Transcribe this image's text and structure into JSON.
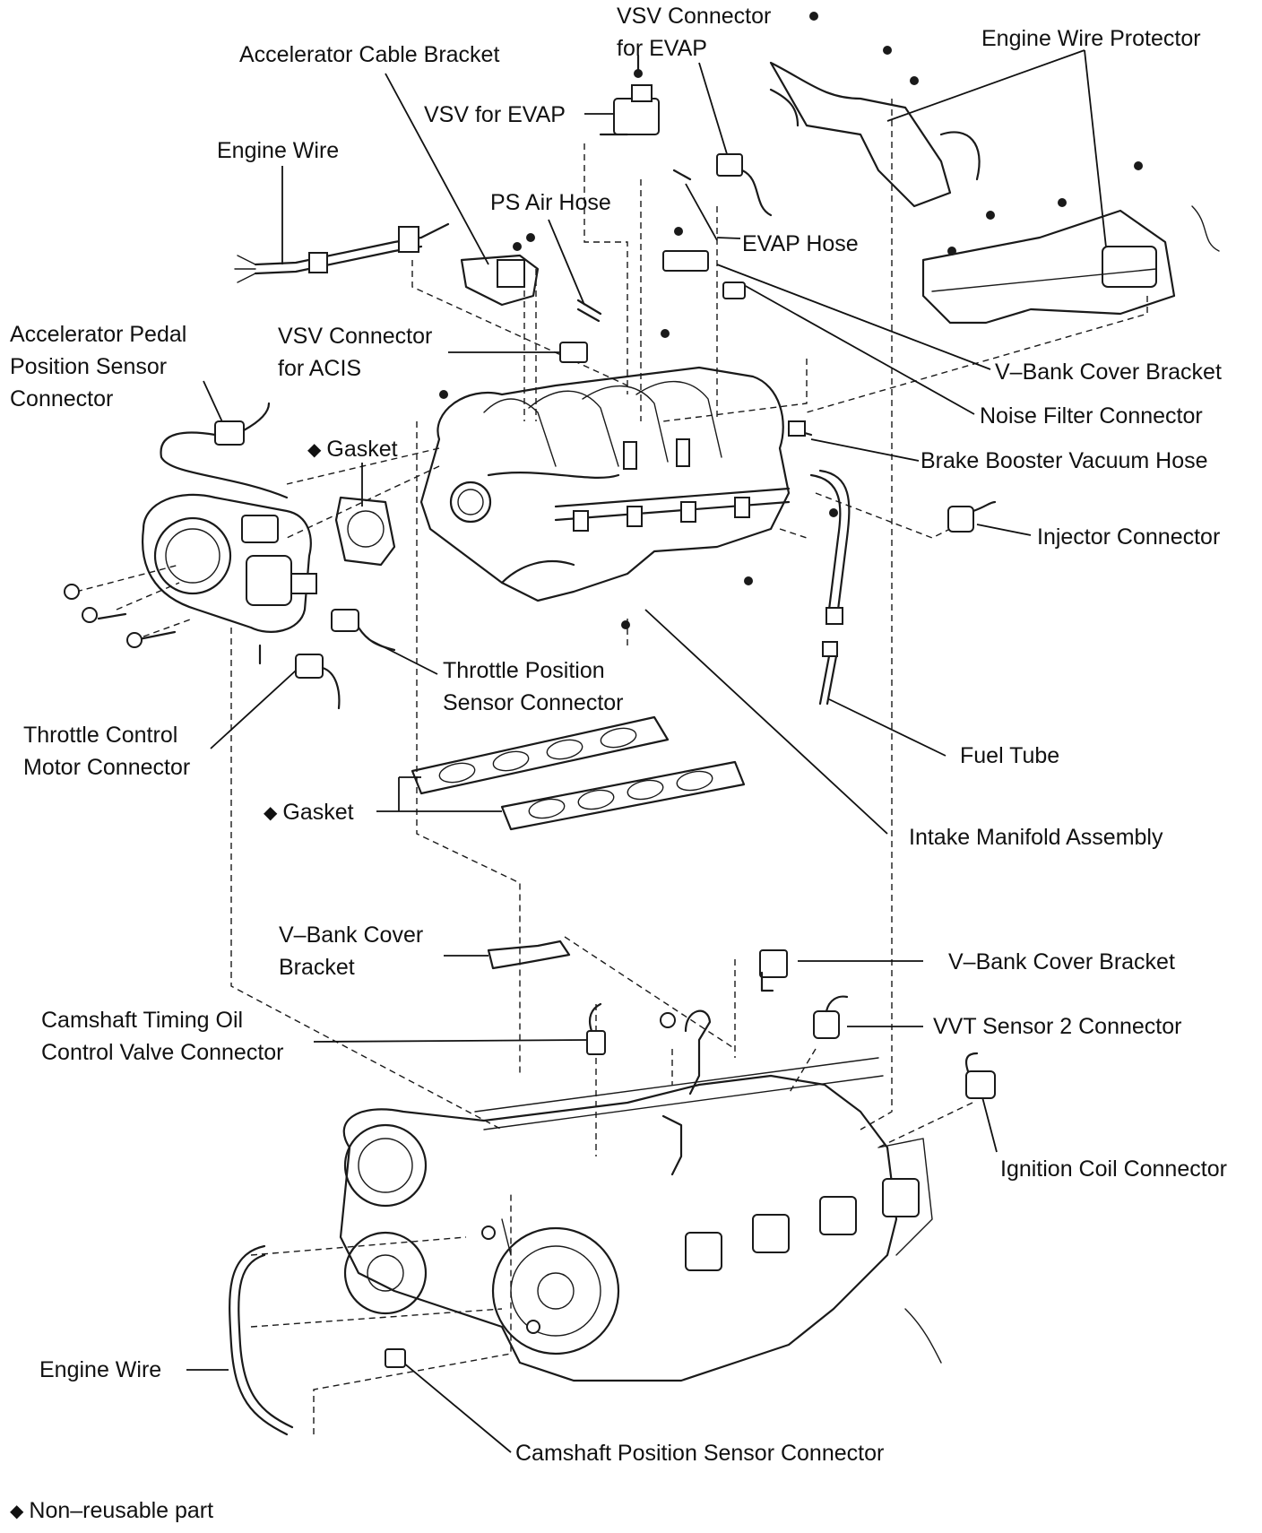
{
  "labels": {
    "vsv_connector_evap": [
      "VSV Connector",
      "for EVAP"
    ],
    "engine_wire_protector": "Engine Wire Protector",
    "accelerator_cable_bracket": "Accelerator Cable Bracket",
    "vsv_for_evap": "VSV for EVAP",
    "engine_wire_top": "Engine Wire",
    "ps_air_hose": "PS Air Hose",
    "evap_hose": "EVAP Hose",
    "accel_pedal_sensor_connector": [
      "Accelerator Pedal",
      "Position Sensor",
      "Connector"
    ],
    "vsv_connector_acis": [
      "VSV Connector",
      "for ACIS"
    ],
    "v_bank_cover_bracket_top": "V–Bank Cover Bracket",
    "noise_filter_connector": "Noise Filter Connector",
    "gasket_throttle": "Gasket",
    "brake_booster_vacuum_hose": "Brake Booster Vacuum Hose",
    "injector_connector": "Injector Connector",
    "throttle_position_sensor_connector": [
      "Throttle Position",
      "Sensor Connector"
    ],
    "throttle_control_motor_connector": [
      "Throttle Control",
      "Motor Connector"
    ],
    "fuel_tube": "Fuel Tube",
    "gasket_manifold": "Gasket",
    "intake_manifold_assembly": "Intake Manifold Assembly",
    "v_bank_cover_bracket_left": [
      "V–Bank Cover",
      "Bracket"
    ],
    "v_bank_cover_bracket_right": "V–Bank Cover  Bracket",
    "camshaft_timing_oil_control_valve_connector": [
      "Camshaft Timing Oil",
      "Control Valve Connector"
    ],
    "vvt_sensor_2_connector": "VVT Sensor 2 Connector",
    "ignition_coil_connector": "Ignition Coil Connector",
    "engine_wire_bottom": "Engine Wire",
    "camshaft_position_sensor_connector": "Camshaft Position Sensor Connector"
  },
  "legend": {
    "symbol": "◆",
    "text": "Non–reusable part"
  }
}
